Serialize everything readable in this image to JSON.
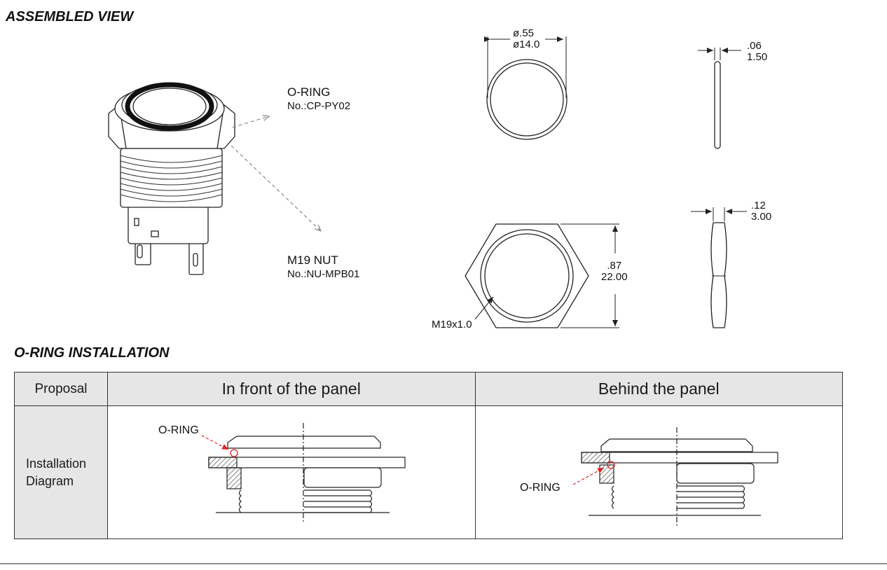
{
  "sections": {
    "assembled_view": "ASSEMBLED VIEW",
    "oring_installation": "O-RING INSTALLATION"
  },
  "parts": {
    "oring": {
      "name": "O-RING",
      "number": "No.:CP-PY02"
    },
    "nut": {
      "name": "M19 NUT",
      "number": "No.:NU-MPB01"
    }
  },
  "dimensions": {
    "oring_diameter_in": "ø.55",
    "oring_diameter_mm": "ø14.0",
    "oring_thickness_in": ".06",
    "oring_thickness_mm": "1.50",
    "nut_across_in": ".87",
    "nut_across_mm": "22.00",
    "nut_thread": "M19x1.0",
    "nut_thickness_in": ".12",
    "nut_thickness_mm": "3.00"
  },
  "table": {
    "header_proposal": "Proposal",
    "header_front": "In front of the panel",
    "header_behind": "Behind the panel",
    "row_label_line1": "Installation",
    "row_label_line2": "Diagram",
    "front_oring_label": "O-RING",
    "behind_oring_label": "O-RING"
  }
}
